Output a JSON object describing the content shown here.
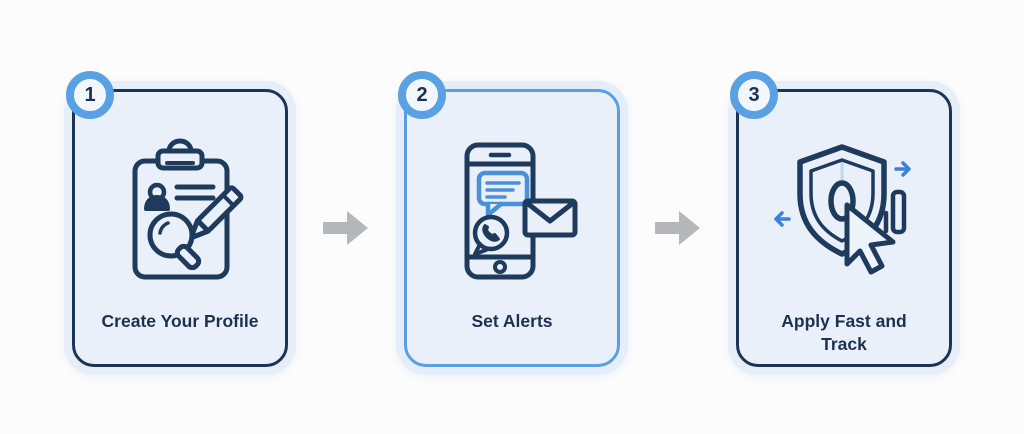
{
  "colors": {
    "background": "#fcfcfd",
    "card_fill": "#e9f0f9",
    "card_halo": "#e6eef8",
    "card_border_dark_navy": "#1c3557",
    "card_border_blue": "#5b9fe0",
    "badge_ring": "#59a1e3",
    "badge_fill": "#f2f7fd",
    "icon_stroke_navy": "#1e3a5c",
    "icon_accent_blue": "#4a90d9",
    "arrow_gray": "#b5b8bb",
    "label_text": "#1c3150"
  },
  "steps": [
    {
      "number": "1",
      "label": "Create Your Profile",
      "icon": "clipboard-profile-search-icon",
      "border_style": "dark"
    },
    {
      "number": "2",
      "label": "Set Alerts",
      "icon": "phone-notifications-icon",
      "border_style": "blue"
    },
    {
      "number": "3",
      "label": "Apply Fast and Track",
      "icon": "shield-cursor-tracking-icon",
      "border_style": "dark"
    }
  ],
  "connector": {
    "icon": "right-arrow-icon"
  }
}
